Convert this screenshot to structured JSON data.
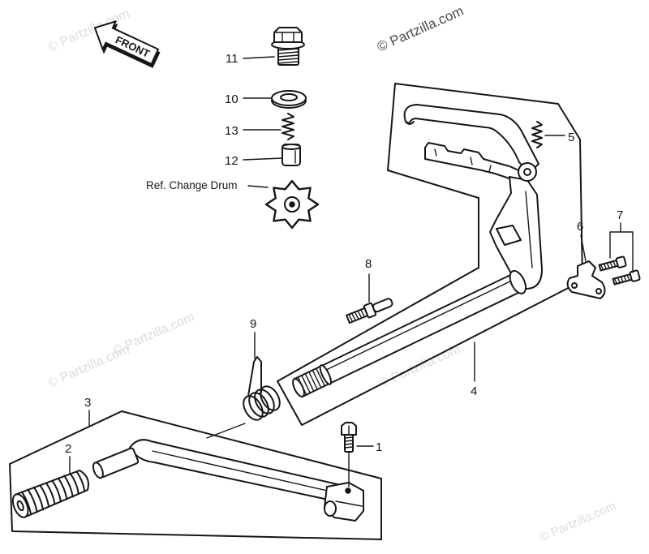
{
  "front_arrow_label": "FRONT",
  "watermark": "© Partzilla.com",
  "reference_label": "Ref. Change Drum",
  "callouts": {
    "part_1": "1",
    "part_2": "2",
    "part_3": "3",
    "part_4": "4",
    "part_5": "5",
    "part_6": "6",
    "part_7": "7",
    "part_8": "8",
    "part_9": "9",
    "part_10": "10",
    "part_11": "11",
    "part_12": "12",
    "part_13": "13"
  },
  "colors": {
    "line": "#161616",
    "background": "#ffffff",
    "watermark_light": "#dcdcdc",
    "watermark_dark": "#4a4a4a"
  }
}
